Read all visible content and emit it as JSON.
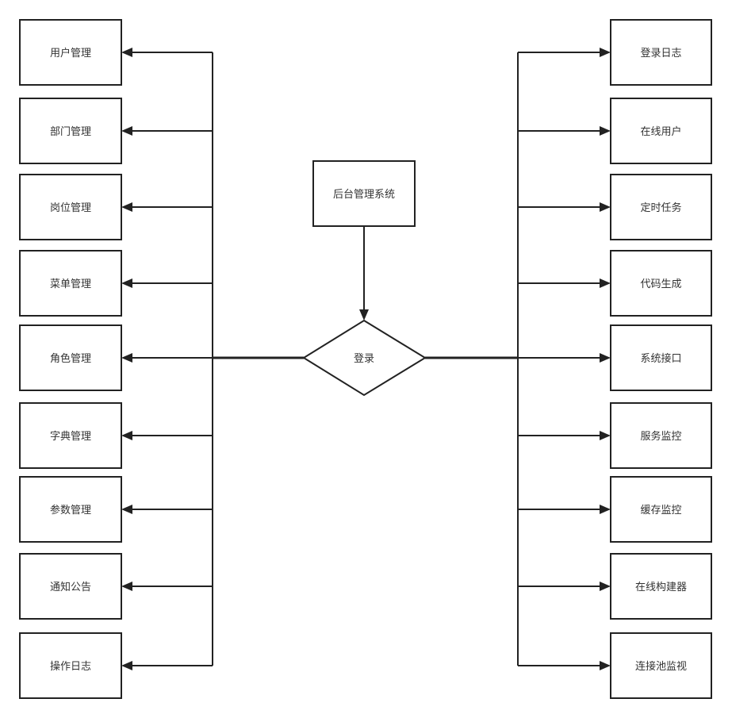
{
  "root": {
    "label": "后台管理系统"
  },
  "decision": {
    "label": "登录"
  },
  "left_nodes": [
    {
      "label": "用户管理"
    },
    {
      "label": "部门管理"
    },
    {
      "label": "岗位管理"
    },
    {
      "label": "菜单管理"
    },
    {
      "label": "角色管理"
    },
    {
      "label": "字典管理"
    },
    {
      "label": "参数管理"
    },
    {
      "label": "通知公告"
    },
    {
      "label": "操作日志"
    }
  ],
  "right_nodes": [
    {
      "label": "登录日志"
    },
    {
      "label": "在线用户"
    },
    {
      "label": "定时任务"
    },
    {
      "label": "代码生成"
    },
    {
      "label": "系统接口"
    },
    {
      "label": "服务监控"
    },
    {
      "label": "缓存监控"
    },
    {
      "label": "在线构建器"
    },
    {
      "label": "连接池监视"
    }
  ],
  "colors": {
    "stroke": "#222222",
    "text": "#333333",
    "fill": "#ffffff"
  }
}
